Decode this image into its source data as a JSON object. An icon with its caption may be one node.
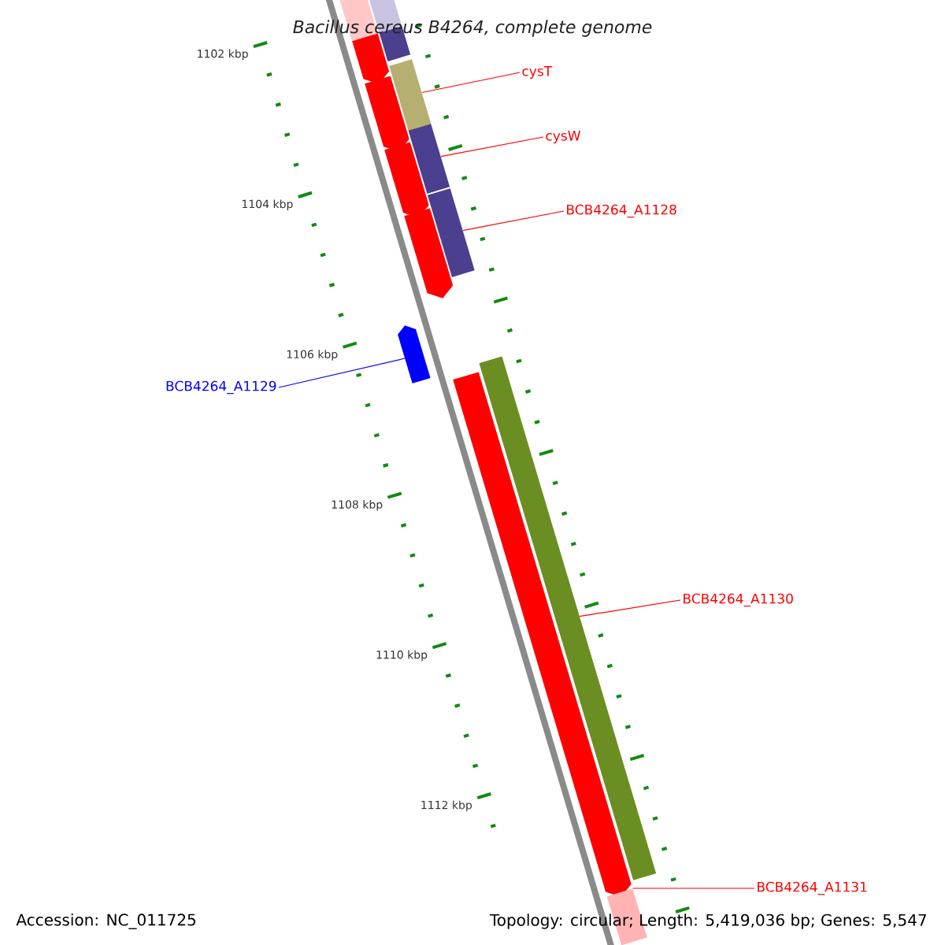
{
  "diagram": {
    "title": "Bacillus cereus B4264, complete genome",
    "nodes": [
      {
        "text": [
          "cysT"
        ]
      },
      {
        "text": [
          "cysW"
        ]
      },
      {
        "text": [
          "BCB4264_A1128"
        ]
      },
      {
        "text": [
          "BCB4264_A1129"
        ]
      },
      {
        "text": [
          "BCB4264_A1130"
        ]
      },
      {
        "text": [
          "BCB4264_A1131"
        ]
      },
      {
        "text": [],
        "shape": "bar"
      },
      {
        "text": [],
        "shape": "bar"
      },
      {
        "text": [],
        "shape": "bar"
      },
      {
        "text": [],
        "shape": "arrow"
      },
      {
        "text": [],
        "shape": "bar"
      },
      {
        "text": [],
        "shape": "bar"
      }
    ],
    "edges": [
      {
        "from": 0,
        "to": 6,
        "arrow": "none"
      },
      {
        "from": 1,
        "to": 7,
        "arrow": "none"
      },
      {
        "from": 2,
        "to": 8,
        "arrow": "none"
      },
      {
        "from": 3,
        "to": 9,
        "arrow": "none",
        "color": "#0000ff"
      },
      {
        "from": 4,
        "to": 10,
        "arrow": "none"
      },
      {
        "from": 5,
        "to": 11,
        "arrow": "none"
      }
    ],
    "labels": [
      "1102 kbp",
      "1104 kbp",
      "1106 kbp",
      "1108 kbp",
      "1110 kbp",
      "1112 kbp",
      "Accession: NC_011725",
      "Topology: circular; Length: 5,419,036 bp; Genes: 5,547"
    ]
  }
}
